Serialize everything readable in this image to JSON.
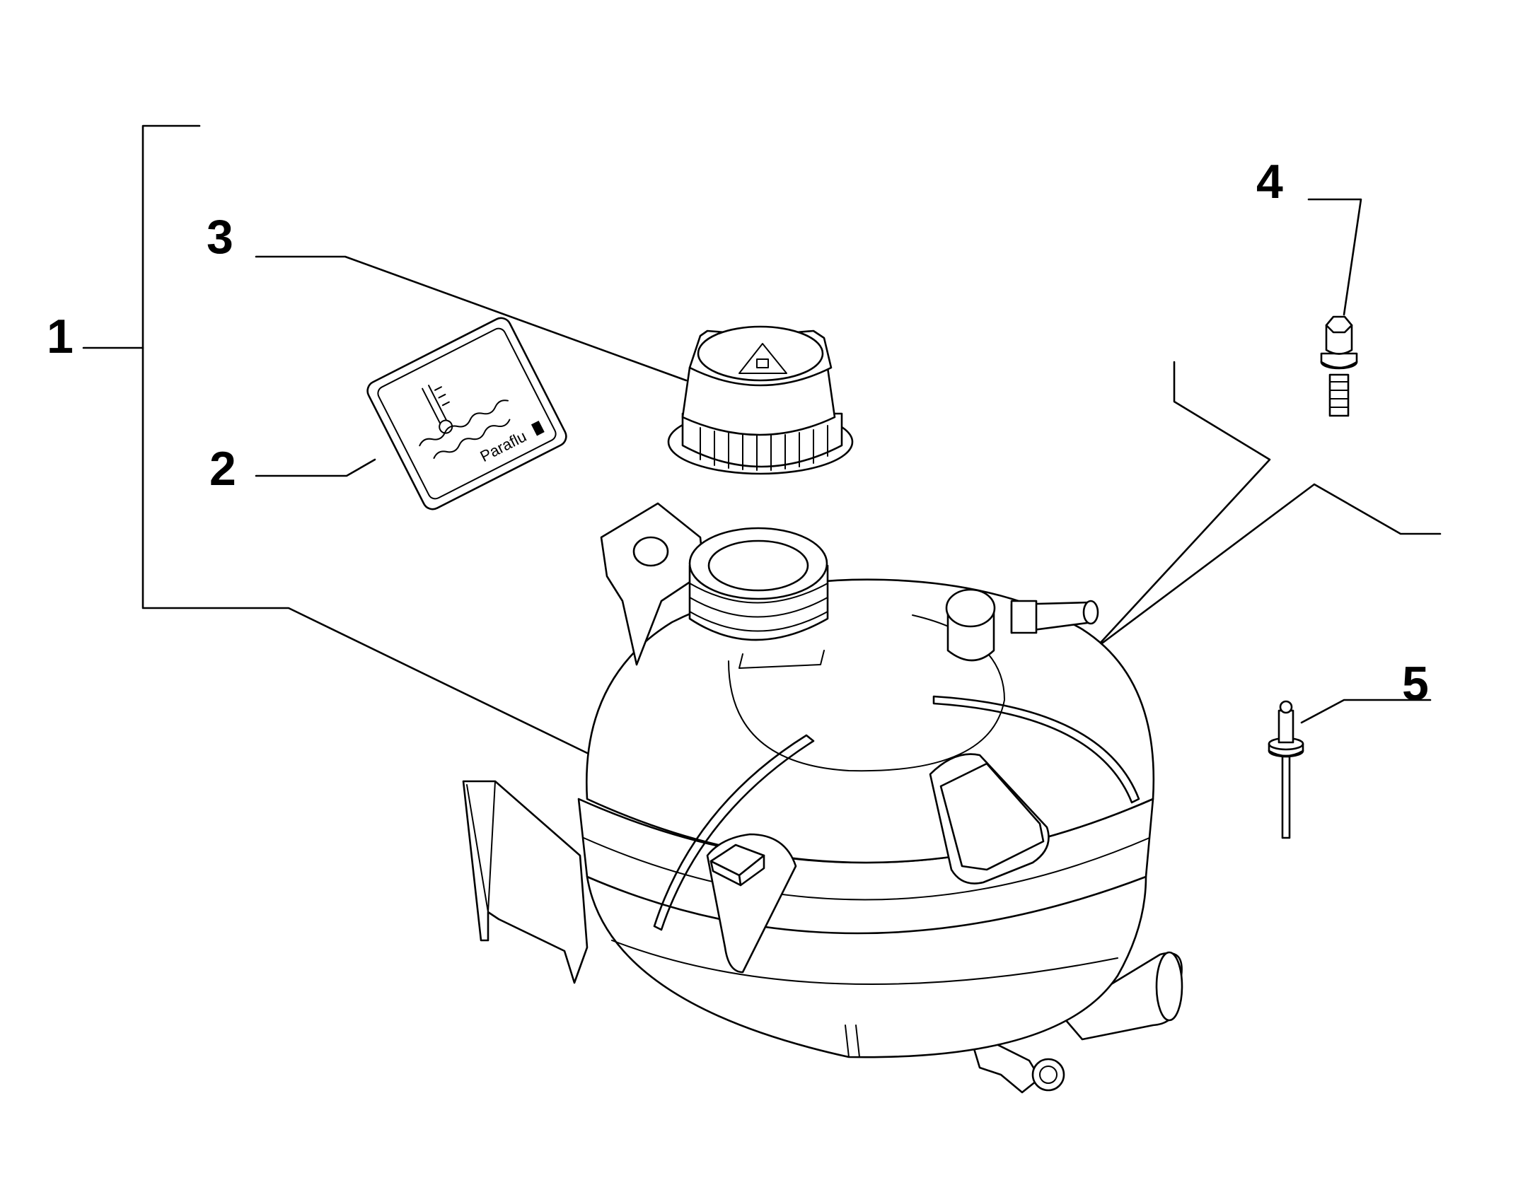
{
  "diagram": {
    "callouts": [
      {
        "id": "1",
        "text": "1"
      },
      {
        "id": "2",
        "text": "2"
      },
      {
        "id": "3",
        "text": "3"
      },
      {
        "id": "4",
        "text": "4"
      },
      {
        "id": "5",
        "text": "5"
      }
    ],
    "label_text": "Paraflu"
  }
}
